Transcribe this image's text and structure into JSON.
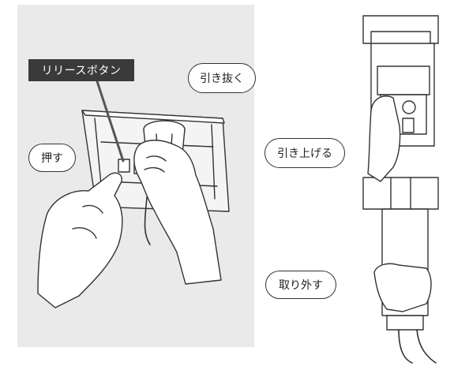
{
  "labels": {
    "release_button": "リリースボタン",
    "pull_out": "引き抜く",
    "push": "押す",
    "pull_up": "引き上げる",
    "remove": "取り外す"
  },
  "colors": {
    "panel_bg": "#eaeaea",
    "label_bg": "#3a3a3a",
    "line": "#333333"
  }
}
